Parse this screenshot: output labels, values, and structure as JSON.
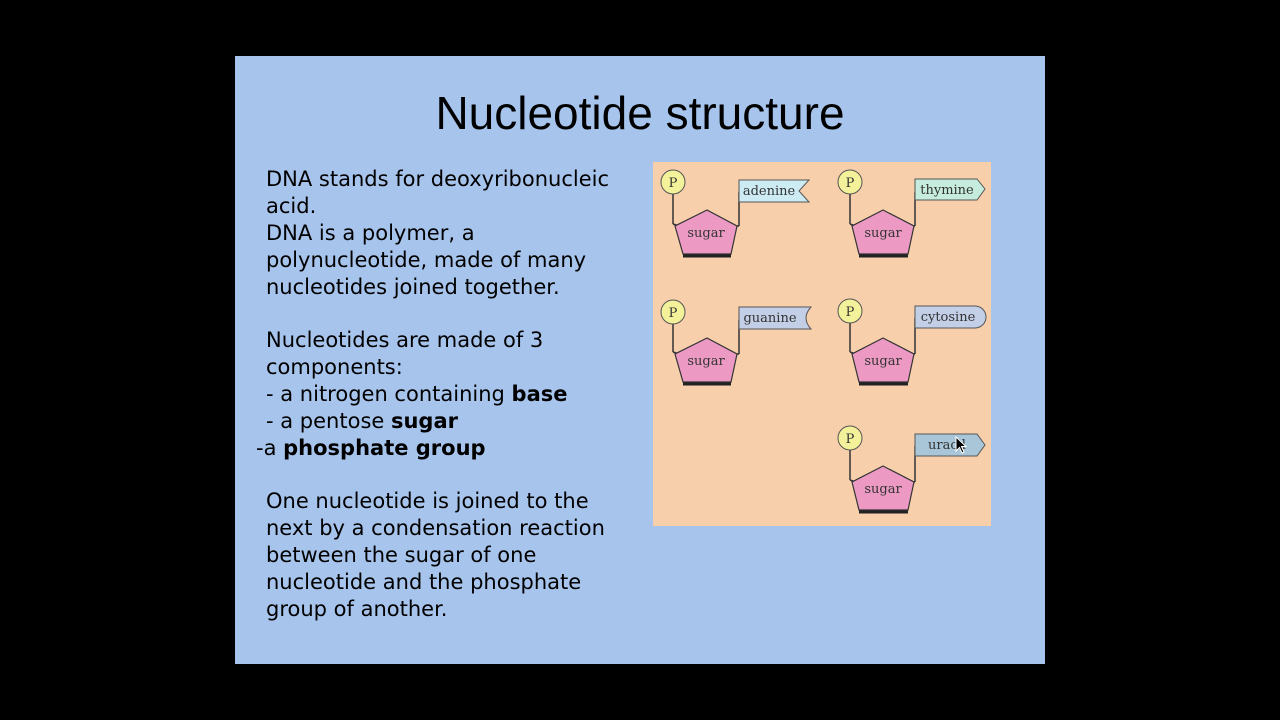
{
  "slide": {
    "title": "Nucleotide structure",
    "paragraph1": [
      "DNA stands for deoxyribonucleic",
      "acid.",
      "DNA is a polymer, a",
      "polynucleotide, made of many",
      "nucleotides joined together."
    ],
    "paragraph2": {
      "lines": [
        "Nucleotides are made of 3",
        "components:"
      ],
      "items": [
        {
          "prefix": "- a nitrogen containing ",
          "bold": "base"
        },
        {
          "prefix": "- a pentose ",
          "bold": "sugar"
        },
        {
          "prefix": "-a ",
          "bold": "phosphate group"
        }
      ]
    },
    "paragraph3": [
      "One nucleotide is joined to the",
      "next by a condensation reaction",
      "between the sugar of one",
      "nucleotide and the phosphate",
      "group of another."
    ]
  },
  "diagram": {
    "phosphate_label": "P",
    "sugar_label": "sugar",
    "bases": [
      "adenine",
      "thymine",
      "guanine",
      "cytosine",
      "uracil"
    ],
    "colors": {
      "background": "#f7cfab",
      "phosphate": "#f3f29a",
      "sugar": "#ec9ac4",
      "adenine": "#cdebf2",
      "thymine": "#c5ecdc",
      "guanine": "#c3cfe7",
      "cytosine": "#c3cfe7",
      "uracil": "#a9c6d9"
    }
  }
}
